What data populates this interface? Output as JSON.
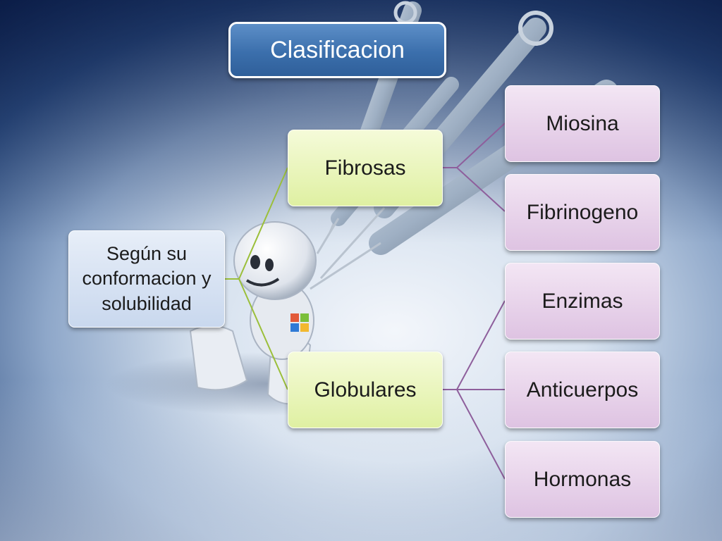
{
  "title": "Clasificacion",
  "root": "Según su conformacion y solubilidad",
  "categories": [
    {
      "label": "Fibrosas",
      "children": [
        "Miosina",
        "Fibrinogeno"
      ]
    },
    {
      "label": "Globulares",
      "children": [
        "Enzimas",
        "Anticuerpos",
        "Hormonas"
      ]
    }
  ],
  "colors": {
    "title_fill": "#3b6fac",
    "root_fill": "#d6e2f2",
    "category_fill": "#e8f5b8",
    "leaf_fill": "#e8d6ec",
    "category_connector": "#9bbf3a",
    "leaf_connector": "#8e5f9c"
  },
  "background_illustration": "white-figure-with-syringes"
}
